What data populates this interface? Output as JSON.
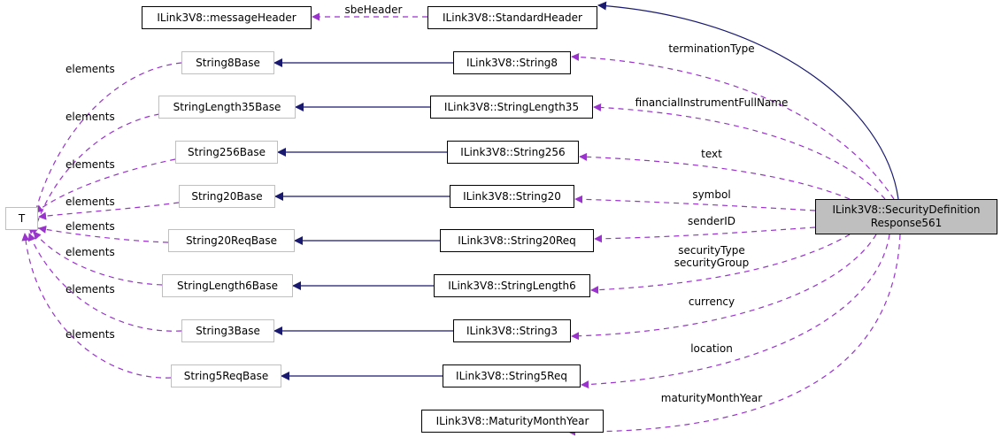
{
  "colors": {
    "inheritance_edge": "#191970",
    "usage_edge": "#9a32cd",
    "main_node_fill": "#bfbfbf",
    "template_node_border": "#bfbfbf"
  },
  "nodes": {
    "message_header": "ILink3V8::messageHeader",
    "standard_header": "ILink3V8::StandardHeader",
    "string8_base": "String8Base",
    "string8": "ILink3V8::String8",
    "stringlength35_base": "StringLength35Base",
    "stringlength35": "ILink3V8::StringLength35",
    "string256_base": "String256Base",
    "string256": "ILink3V8::String256",
    "string20_base": "String20Base",
    "string20": "ILink3V8::String20",
    "string20req_base": "String20ReqBase",
    "string20req": "ILink3V8::String20Req",
    "stringlength6_base": "StringLength6Base",
    "stringlength6": "ILink3V8::StringLength6",
    "string3_base": "String3Base",
    "string3": "ILink3V8::String3",
    "string5req_base": "String5ReqBase",
    "string5req": "ILink3V8::String5Req",
    "maturity_month_year": "ILink3V8::MaturityMonthYear",
    "template_param": "T",
    "main_line1": "ILink3V8::SecurityDefinition",
    "main_line2": "Response561"
  },
  "edge_labels": {
    "sbe_header": "sbeHeader",
    "termination_type": "terminationType",
    "financial_instrument_full_name": "financialInstrumentFullName",
    "text": "text",
    "symbol": "symbol",
    "sender_id": "senderID",
    "security_type": "securityType",
    "security_group": "securityGroup",
    "currency": "currency",
    "location": "location",
    "maturity_month_year": "maturityMonthYear",
    "elements": "elements"
  }
}
